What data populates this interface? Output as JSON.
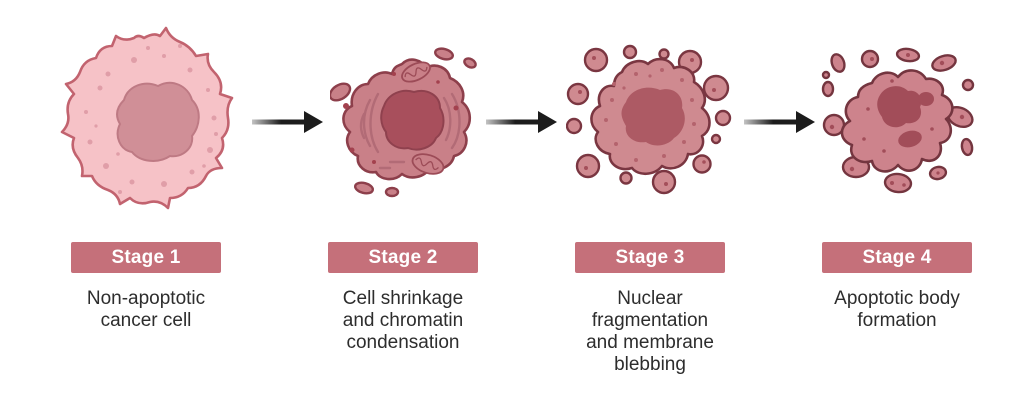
{
  "diagram_type": "apoptosis-stages-flow",
  "stages": [
    {
      "label": "Stage 1",
      "caption": "Non-apoptotic\ncancer cell",
      "illustration": "non-apoptotic-cancer-cell"
    },
    {
      "label": "Stage 2",
      "caption": "Cell shrinkage\nand chromatin\ncondensation",
      "illustration": "shrunken-cell-condensed-chromatin"
    },
    {
      "label": "Stage 3",
      "caption": "Nuclear\nfragmentation\nand membrane\nblebbing",
      "illustration": "blebbing-cell-fragmented-nucleus"
    },
    {
      "label": "Stage 4",
      "caption": "Apoptotic body\nformation",
      "illustration": "apoptotic-bodies-cluster"
    }
  ],
  "arrows": {
    "count": 3,
    "direction": "right",
    "color": "#1c1c1c",
    "tail_fade": "#c4c4c4"
  },
  "palette": {
    "background": "#ffffff",
    "badge_bg": "#c5707a",
    "badge_text": "#ffffff",
    "caption_text": "#2d2d2d",
    "cell1_fill": "#f6c2c7",
    "cell1_stroke": "#c2636f",
    "cell1_nucleus": "#d08f97",
    "cell1_dots": "#e09ea8",
    "cell2_fill": "#c98088",
    "cell2_stroke": "#8d3f4b",
    "cell2_nucleus": "#a84f5c",
    "cell3_fill": "#cf8a90",
    "cell3_stroke": "#7a3641",
    "cell3_nucleus": "#ad5a64",
    "cell4_fill": "#cd838c",
    "cell4_stroke": "#74353f",
    "cell4_fragment": "#a24d59"
  }
}
